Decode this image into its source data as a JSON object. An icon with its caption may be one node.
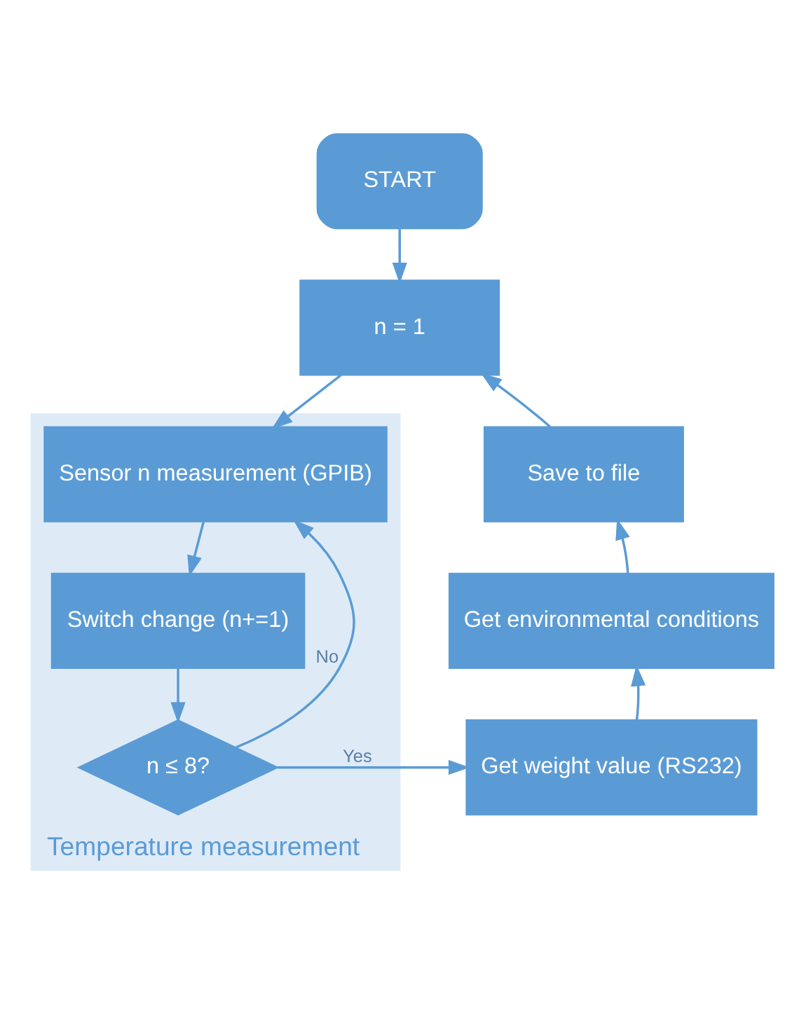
{
  "diagram": {
    "nodes": [
      {
        "text": [
          "START"
        ]
      },
      {
        "text": [
          "n = 1"
        ]
      },
      {
        "text": [
          "Temperature measurement"
        ]
      },
      {
        "text": [
          "Sensor n measurement (GPIB)"
        ],
        "in": 2
      },
      {
        "text": [
          "Switch change (n+=1)"
        ],
        "in": 2
      },
      {
        "text": [
          "n ≤ 8?"
        ],
        "in": 2
      },
      {
        "text": [
          "Get weight value (RS232)"
        ]
      },
      {
        "text": [
          "Get environmental conditions"
        ]
      },
      {
        "text": [
          "Save to file"
        ]
      }
    ],
    "edges": [
      {
        "from": 0,
        "to": 1,
        "arrow": "to"
      },
      {
        "from": 1,
        "to": 3,
        "arrow": "to"
      },
      {
        "from": 3,
        "to": 4,
        "arrow": "to"
      },
      {
        "from": 4,
        "to": 5,
        "arrow": "to"
      },
      {
        "from": 5,
        "to": 3,
        "arrow": "to",
        "label": "No"
      },
      {
        "from": 5,
        "to": 6,
        "arrow": "to",
        "label": "Yes"
      },
      {
        "from": 6,
        "to": 7,
        "arrow": "to"
      },
      {
        "from": 7,
        "to": 8,
        "arrow": "to"
      },
      {
        "from": 8,
        "to": 1,
        "arrow": "to"
      }
    ]
  }
}
